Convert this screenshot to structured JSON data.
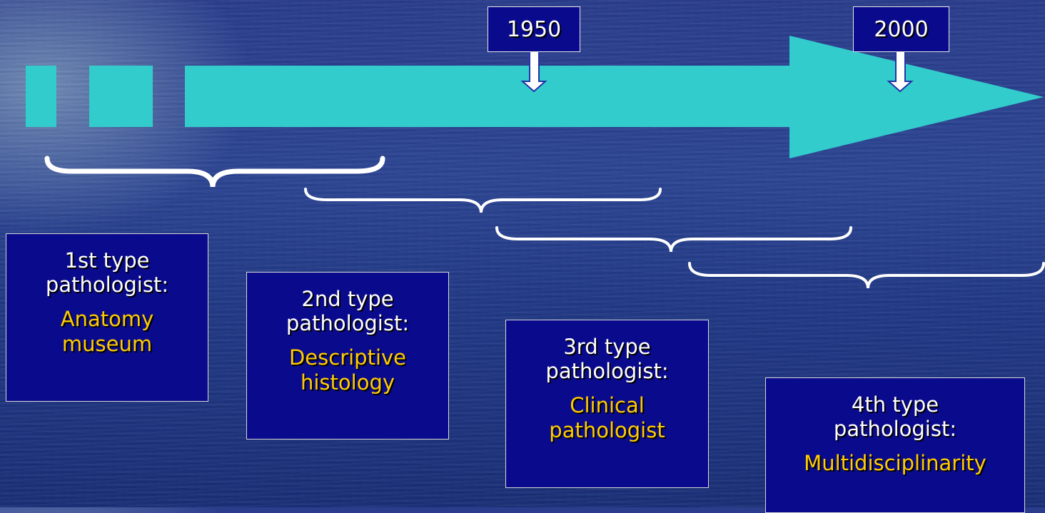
{
  "timeline": {
    "arrow_color": "#33cccc",
    "year_markers": [
      {
        "label": "1950"
      },
      {
        "label": "2000"
      }
    ]
  },
  "types": [
    {
      "line1": "1st type",
      "line2": "pathologist:",
      "era1": "Anatomy",
      "era2": "museum"
    },
    {
      "line1": "2nd type",
      "line2": "pathologist:",
      "era1": "Descriptive",
      "era2": "histology"
    },
    {
      "line1": "3rd type",
      "line2": "pathologist:",
      "era1": "Clinical",
      "era2": "pathologist"
    },
    {
      "line1": "4th type",
      "line2": "pathologist:",
      "era1": "Multidisciplinarity",
      "era2": ""
    }
  ],
  "colors": {
    "box_fill": "#0a0a8c",
    "label_text": "#ffffff",
    "era_text": "#ffcc00"
  }
}
